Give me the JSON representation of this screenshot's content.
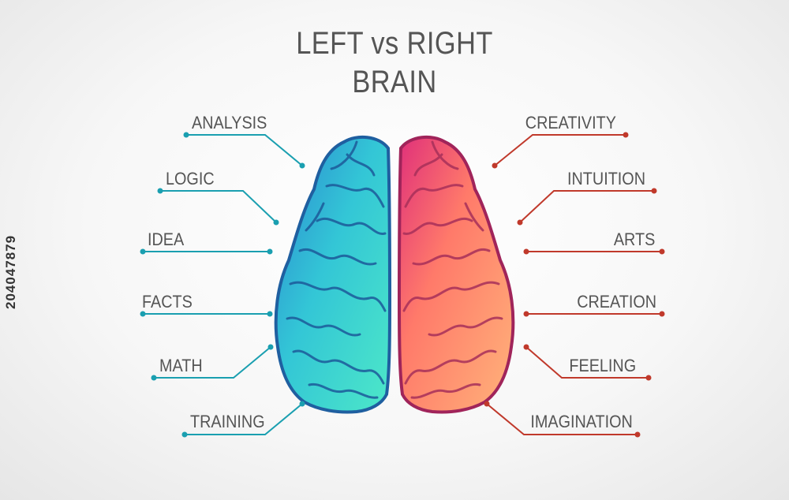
{
  "title": {
    "line1": "LEFT vs RIGHT",
    "line2": "BRAIN"
  },
  "left_labels": [
    "ANALYSIS",
    "LOGIC",
    "IDEA",
    "FACTS",
    "MATH",
    "TRAINING"
  ],
  "right_labels": [
    "CREATIVITY",
    "INTUITION",
    "ARTS",
    "CREATION",
    "FEELING",
    "IMAGINATION"
  ],
  "colors": {
    "left_line": "#1a9fb0",
    "right_line": "#c0392b",
    "left_hemisphere": [
      "#2a5fa8",
      "#3fe0d0"
    ],
    "right_hemisphere": [
      "#b0306a",
      "#ff6b8a",
      "#ffa060"
    ],
    "text": "#555555"
  },
  "watermark_id": "204047879"
}
